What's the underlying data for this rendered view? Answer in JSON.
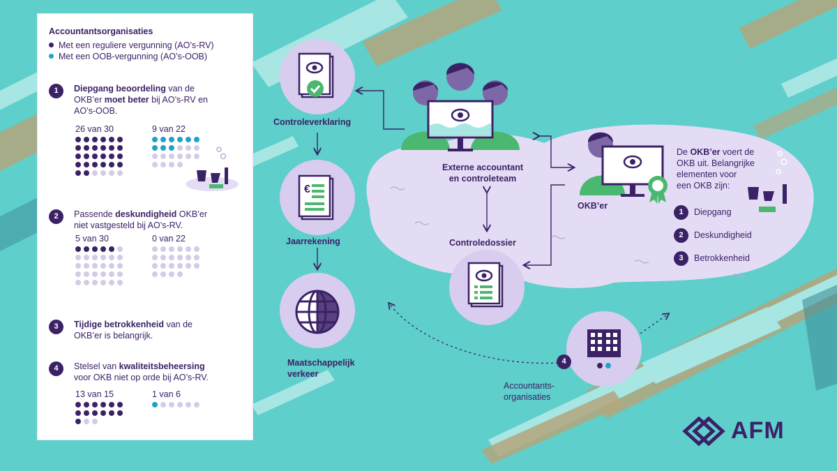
{
  "legend": {
    "title": "Accountantsorganisaties",
    "items": [
      {
        "label": "Met een reguliere vergunning (AO’s-RV)",
        "color": "#3b2166"
      },
      {
        "label": "Met een OOB-vergunning (AO’s-OOB)",
        "color": "#1fa2c9"
      }
    ]
  },
  "findings": [
    {
      "number": "1",
      "lines": [
        [
          "",
          "Diepgang beoordeling",
          " van de"
        ],
        [
          "OKB’er ",
          "moet beter",
          " bij AO’s-RV en"
        ],
        [
          "AO’s-OOB.",
          "",
          ""
        ]
      ],
      "stats": [
        {
          "label": "26 van 30",
          "value": 26,
          "total": 30,
          "group": "rv"
        },
        {
          "label": "9 van 22",
          "value": 9,
          "total": 22,
          "group": "oob"
        }
      ]
    },
    {
      "number": "2",
      "lines": [
        [
          "Passende ",
          "deskundigheid",
          " OKB’er"
        ],
        [
          "niet vastgesteld bij AO’s-RV.",
          "",
          ""
        ]
      ],
      "stats": [
        {
          "label": "5 van 30",
          "value": 5,
          "total": 30,
          "group": "rv"
        },
        {
          "label": "0 van 22",
          "value": 0,
          "total": 22,
          "group": "oob"
        }
      ]
    },
    {
      "number": "3",
      "lines": [
        [
          "",
          "Tijdige betrokkenheid",
          " van de"
        ],
        [
          "OKB’er is belangrijk.",
          "",
          ""
        ]
      ],
      "stats": []
    },
    {
      "number": "4",
      "lines": [
        [
          "Stelsel van ",
          "kwaliteitsbeheersing",
          ""
        ],
        [
          "voor OKB niet op orde bij AO’s-RV.",
          "",
          ""
        ]
      ],
      "stats": [
        {
          "label": "13 van 15",
          "value": 13,
          "total": 15,
          "group": "rv"
        },
        {
          "label": "1 van 6",
          "value": 1,
          "total": 6,
          "group": "oob"
        }
      ]
    }
  ],
  "diagram": {
    "controleverklaring": "Controleverklaring",
    "jaarrekening": "Jaarrekening",
    "maatschappelijk_1": "Maatschappelijk",
    "maatschappelijk_2": "verkeer",
    "team_1": "Externe accountant",
    "team_2": "en controleteam",
    "controledossier": "Controledossier",
    "okber": "OKB’er",
    "accountants_1": "Accountants-",
    "accountants_2": "organisaties",
    "accountants_badge": "4",
    "currency_symbol": "€"
  },
  "okb_info": {
    "lines": [
      [
        "De ",
        "OKB’er",
        " voert de"
      ],
      [
        "OKB uit. Belangrijke",
        "",
        ""
      ],
      [
        "elementen voor",
        "",
        ""
      ],
      [
        "een OKB zijn:",
        "",
        ""
      ]
    ],
    "elements": [
      {
        "number": "1",
        "label": "Diepgang"
      },
      {
        "number": "2",
        "label": "Deskundigheid"
      },
      {
        "number": "3",
        "label": "Betrokkenheid"
      }
    ]
  },
  "brand": {
    "name": "AFM"
  },
  "colors": {
    "background": "#5ecfcb",
    "purple_dark": "#3b2166",
    "lavender": "#d8cdee",
    "teal": "#1fa2c9",
    "green": "#4bb86f",
    "stripe_tan": "#b4a67d"
  },
  "icons": [
    "document-eye-icon",
    "check-circle-icon",
    "euro-document-icon",
    "globe-icon",
    "monitor-eye-icon",
    "award-badge-icon",
    "building-icon",
    "afm-logo-icon"
  ]
}
